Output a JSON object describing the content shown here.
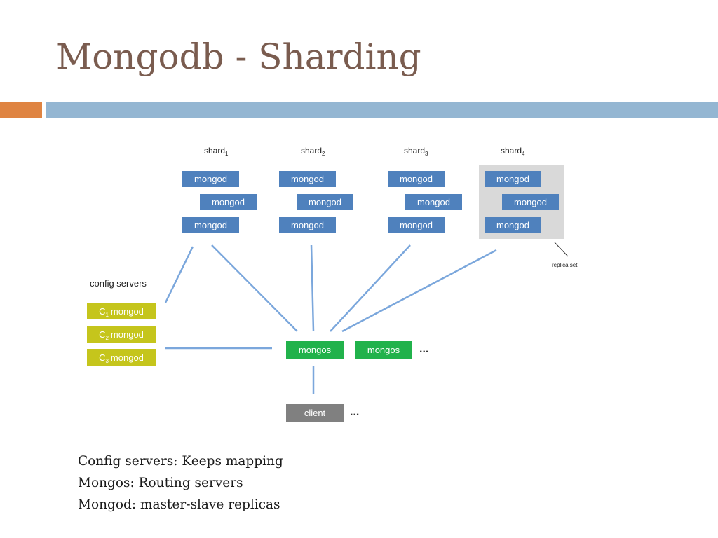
{
  "slide": {
    "title": "Mongodb - Sharding",
    "accent_orange": "#df8442",
    "accent_blue": "#94b6d2"
  },
  "diagram": {
    "shards": [
      {
        "label": "shard",
        "sub": "1",
        "nodes": [
          "mongod",
          "mongod",
          "mongod"
        ]
      },
      {
        "label": "shard",
        "sub": "2",
        "nodes": [
          "mongod",
          "mongod",
          "mongod"
        ]
      },
      {
        "label": "shard",
        "sub": "3",
        "nodes": [
          "mongod",
          "mongod",
          "mongod"
        ]
      },
      {
        "label": "shard",
        "sub": "4",
        "nodes": [
          "mongod",
          "mongod",
          "mongod"
        ]
      }
    ],
    "replica_set_label": "replica set",
    "config_servers": {
      "label": "config servers",
      "items": [
        {
          "prefix": "C",
          "sub": "1",
          "text": "mongod"
        },
        {
          "prefix": "C",
          "sub": "2",
          "text": "mongod"
        },
        {
          "prefix": "C",
          "sub": "3",
          "text": "mongod"
        }
      ]
    },
    "routers": [
      "mongos",
      "mongos"
    ],
    "routers_ellipsis": "...",
    "client": "client",
    "client_ellipsis": "...",
    "colors": {
      "mongod": "#4f81bd",
      "config": "#c5c51c",
      "mongos": "#21b24b",
      "client": "#808080",
      "replica_bg": "#d9d9d9",
      "connector": "#7ba7dc"
    }
  },
  "notes": [
    "Config servers: Keeps mapping",
    "Mongos: Routing servers",
    "Mongod: master-slave replicas"
  ]
}
